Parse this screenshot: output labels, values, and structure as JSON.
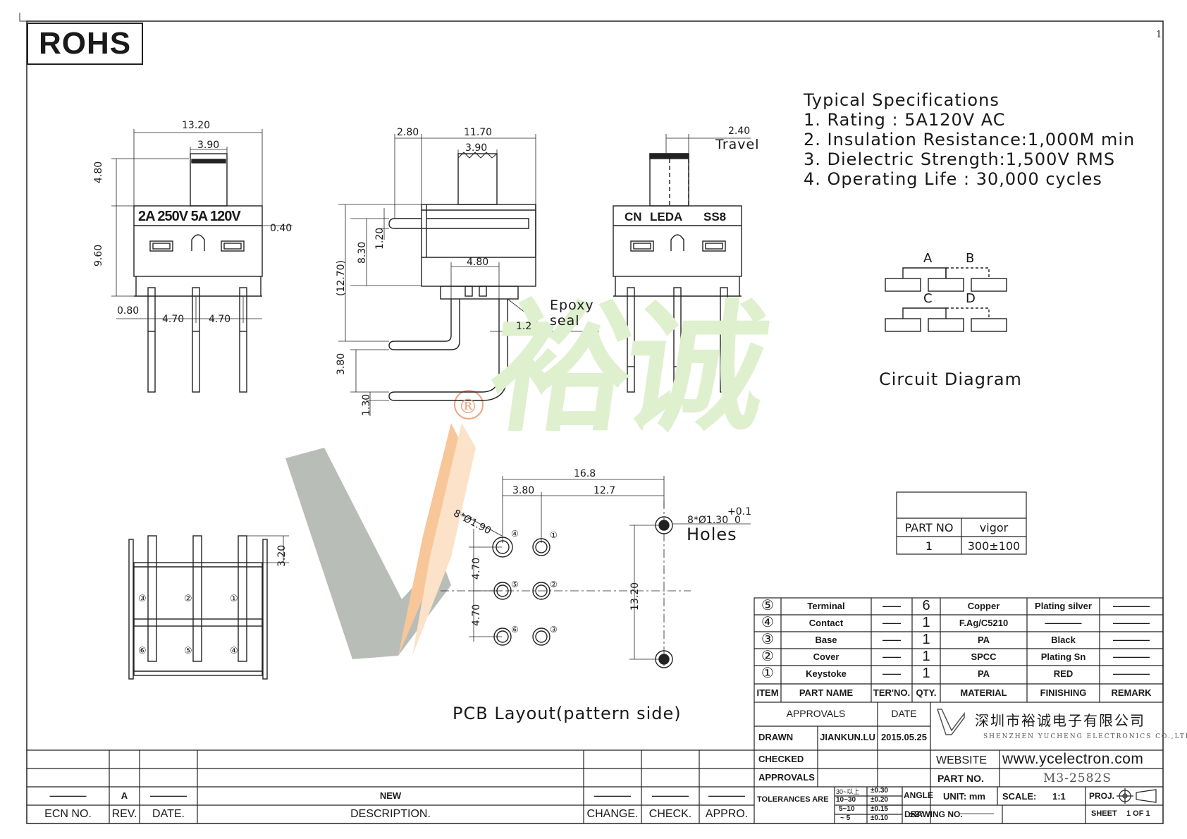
{
  "header": {
    "badge": "ROHS",
    "sheet_index": "1"
  },
  "specs": {
    "title": "Typical Specifications",
    "items": [
      "1. Rating : 5A120V AC",
      "2. Insulation Resistance:1,000M min",
      "3. Dielectric Strength:1,500V RMS",
      "4. Operating Life : 30,000 cycles"
    ]
  },
  "circuit": {
    "labels": [
      "A",
      "B",
      "C",
      "D"
    ],
    "title": "Circuit Diagram"
  },
  "views": {
    "front": {
      "dims": [
        "13.20",
        "3.90",
        "4.80",
        "9.60",
        "0.40",
        "0.80",
        "4.70",
        "4.70"
      ],
      "marking": "2A 250V 5A 120V"
    },
    "side": {
      "dims": [
        "2.80",
        "11.70",
        "3.90",
        "8.30",
        "1.20",
        "(12.70)",
        "4.80",
        "1.2",
        "3.80",
        "1.30"
      ],
      "epoxy": [
        "Epoxy",
        "seal"
      ]
    },
    "rear": {
      "dims": [
        "2.40"
      ],
      "travel": "Travel",
      "marking": [
        "CN",
        "LEDA",
        "SS8"
      ]
    },
    "bottom": {
      "dims": [
        "3.20"
      ],
      "pins": [
        "③",
        "②",
        "①",
        "⑥",
        "⑤",
        "④"
      ]
    },
    "pcb": {
      "dims": [
        "16.8",
        "3.80",
        "12.7",
        "4.70",
        "4.70",
        "13.20"
      ],
      "hole_large": "8*Ø1.90",
      "hole_small": "8*Ø1.30",
      "tol_plus": "+0.1",
      "tol_zero": "0",
      "holes_label": "Holes",
      "pins": [
        "④",
        "①",
        "⑤",
        "②",
        "⑥",
        "③"
      ],
      "title": "PCB Layout(pattern side)"
    }
  },
  "logo": {
    "mark": "®",
    "chars": "裕诚"
  },
  "part_table": {
    "headers": [
      "PART NO",
      "vigor"
    ],
    "row": [
      "1",
      "300±100"
    ]
  },
  "bom": {
    "rows": [
      [
        "⑤",
        "Terminal",
        "——",
        "6",
        "Copper",
        "Plating silver",
        "————"
      ],
      [
        "④",
        "Contact",
        "——",
        "1",
        "F.Ag/C5210",
        "————",
        "————"
      ],
      [
        "③",
        "Base",
        "——",
        "1",
        "PA",
        "Black",
        "————"
      ],
      [
        "②",
        "Cover",
        "——",
        "1",
        "SPCC",
        "Plating Sn",
        "————"
      ],
      [
        "①",
        "Keystoke",
        "——",
        "1",
        "PA",
        "RED",
        "————"
      ]
    ],
    "headers": [
      "ITEM",
      "PART NAME",
      "TER'NO.",
      "QTY.",
      "MATERIAL",
      "FINISHING",
      "REMARK"
    ]
  },
  "title_block": {
    "approvals": "APPROVALS",
    "date": "DATE",
    "drawn": "DRAWN",
    "drawn_by": "JIANKUN.LU",
    "drawn_date": "2015.05.25",
    "checked": "CHECKED",
    "approvals2": "APPROVALS",
    "company_cn": "深圳市裕诚电子有限公司",
    "company_en": "SHENZHEN YUCHENG ELECTRONICS CO.,LTD",
    "website_label": "WEBSITE",
    "website": "www.ycelectron.com",
    "part_no_label": "PART NO.",
    "part_no": "M3-2582S",
    "tolerances": "TOLERANCES ARE",
    "tol_ranges": [
      "30~以上",
      "10~30",
      "5~10",
      "~ 5"
    ],
    "tol_values": [
      "±0.30",
      "±0.20",
      "±0.15",
      "±0.10"
    ],
    "angle": "ANGLE",
    "angle_val": "±2°",
    "unit": "UNIT: mm",
    "scale": "SCALE:",
    "scale_val": "1:1",
    "proj": "PROJ.",
    "drawing_no": "DRAWING NO.",
    "drawing_no_val": "————",
    "sheet": "SHEET",
    "sheet_val": "1 OF 1"
  },
  "revision": {
    "row": [
      "————",
      "A",
      "————",
      "NEW",
      "————",
      "————",
      "————"
    ],
    "headers": [
      "ECN NO.",
      "REV.",
      "DATE.",
      "DESCRIPTION.",
      "CHANGE.",
      "CHECK.",
      "APPRO."
    ]
  },
  "colors": {
    "logo_gray": "#b9bdb8",
    "logo_orange": "#f7c79a",
    "logo_green": "#dff0cf",
    "logo_r": "#f3a37c"
  }
}
